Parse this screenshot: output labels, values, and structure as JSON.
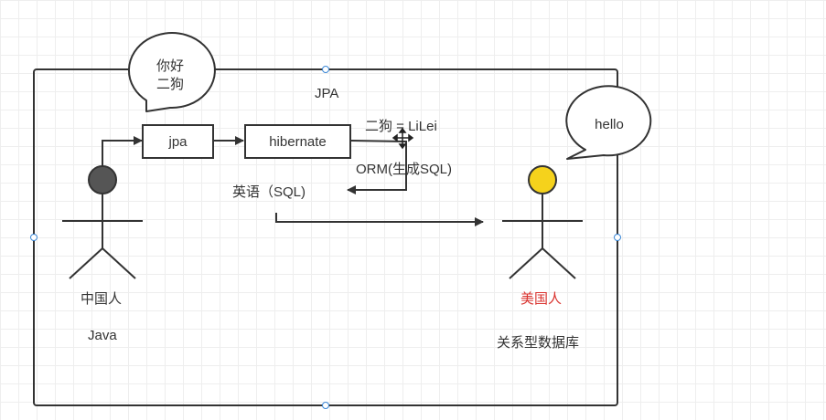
{
  "diagram": {
    "title": "JPA",
    "boxes": {
      "jpa": "jpa",
      "hibernate": "hibernate"
    },
    "bubbles": {
      "chinese_speech": "你好\n二狗",
      "american_speech": "hello"
    },
    "actors": {
      "chinese": {
        "name": "中国人",
        "sub": "Java"
      },
      "american": {
        "name": "美国人",
        "sub": "关系型数据库"
      }
    },
    "mapping_label": "二狗 = LiLei",
    "orm_label": "ORM(生成SQL)",
    "sql_label": "英语（SQL)"
  },
  "colors": {
    "chinese_head": "#555555",
    "american_head": "#f5d21c",
    "american_name": "#d9322e",
    "selection_handle": "#3b87d6"
  }
}
